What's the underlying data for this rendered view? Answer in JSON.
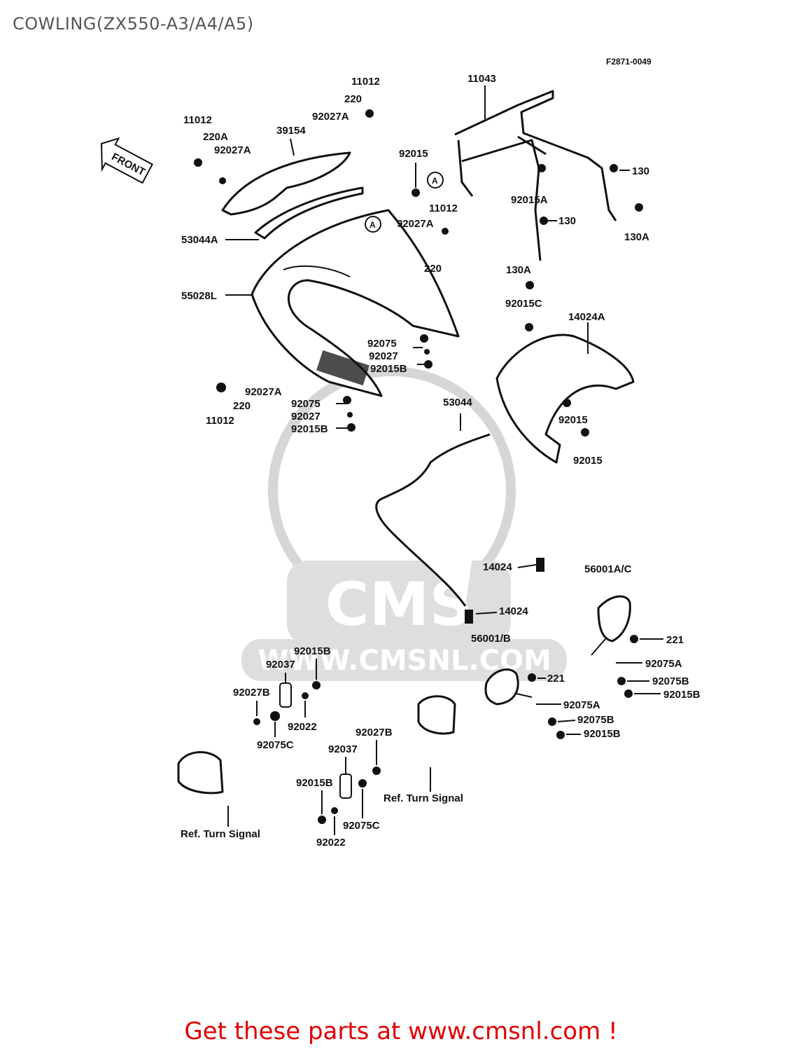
{
  "title": "COWLING(ZX550-A3/A4/A5)",
  "figure_code": "F2871-0049",
  "front_label": "FRONT",
  "circle_marker": "A",
  "watermark": {
    "brand": "CMS",
    "url": "WWW.CMSNL.COM"
  },
  "labels": {
    "l11012_top": "11012",
    "l220_top": "220",
    "l92027A_top": "92027A",
    "l11043": "11043",
    "l11012_left": "11012",
    "l220A": "220A",
    "l92027A_left": "92027A",
    "l39154": "39154",
    "l92015_top": "92015",
    "l130_a": "130",
    "l92015A": "92015A",
    "l130_b": "130",
    "l130A_a": "130A",
    "l11012_mid": "11012",
    "l92027A_mid": "92027A",
    "l53044A": "53044A",
    "l220_mid": "220",
    "l130A_b": "130A",
    "l55028L": "55028L",
    "l92015C": "92015C",
    "l14024A": "14024A",
    "l92075_a": "92075",
    "l92027_a": "92027",
    "l92015B_a": "92015B",
    "l92027A_low": "92027A",
    "l220_low": "220",
    "l11012_low": "11012",
    "l92075_b": "92075",
    "l92027_b": "92027",
    "l92015B_b": "92015B",
    "l53044": "53044",
    "l92015_r1": "92015",
    "l92015_r2": "92015",
    "l14024_a": "14024",
    "l56001AC": "56001A/C",
    "l14024_b": "14024",
    "l221_a": "221",
    "l56001B": "56001/B",
    "l92015B_c": "92015B",
    "l92075A_a": "92075A",
    "l92037_a": "92037",
    "l221_b": "221",
    "l92075B_a": "92075B",
    "l92015B_d": "92015B",
    "l92027B_a": "92027B",
    "l92022_a": "92022",
    "l92075A_b": "92075A",
    "l92075C_a": "92075C",
    "l92027B_b": "92027B",
    "l92075B_b": "92075B",
    "l92015B_e": "92015B",
    "l92037_b": "92037",
    "l92015B_f": "92015B",
    "l92075C_b": "92075C",
    "l92022_b": "92022",
    "ref_turn_signal_1": "Ref. Turn Signal",
    "ref_turn_signal_2": "Ref. Turn Signal"
  },
  "footer": "Get these parts at www.cmsnl.com !",
  "colors": {
    "footer_text": "#e00000",
    "title_text": "#555555",
    "line_art": "#111111",
    "watermark": "#dedede"
  }
}
